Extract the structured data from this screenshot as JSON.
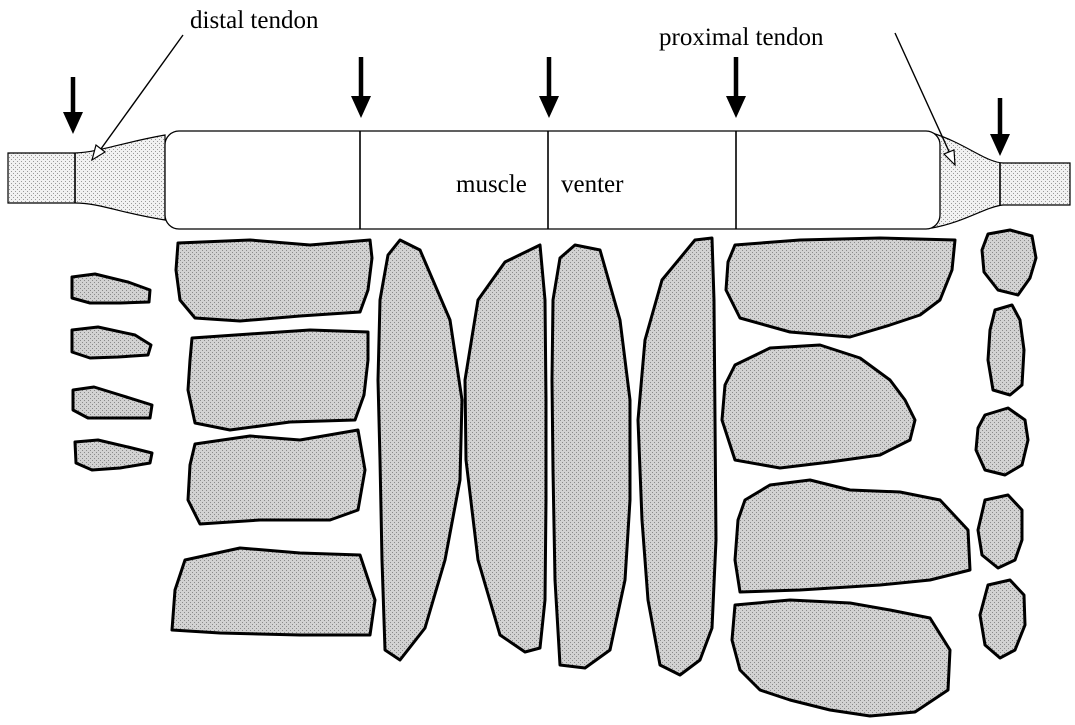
{
  "labels": {
    "distal_tendon": "distal tendon",
    "proximal_tendon": "proximal tendon",
    "muscle": "muscle",
    "venter": "venter"
  },
  "colors": {
    "section_fill": "#c8c8c8",
    "tendon_fill": "#e6e6e6",
    "outline": "#000000",
    "background": "#ffffff"
  },
  "counts": {
    "cut_arrows": 5,
    "distal_tendon_sections": 4,
    "proximal_tendon_sections": 5
  }
}
